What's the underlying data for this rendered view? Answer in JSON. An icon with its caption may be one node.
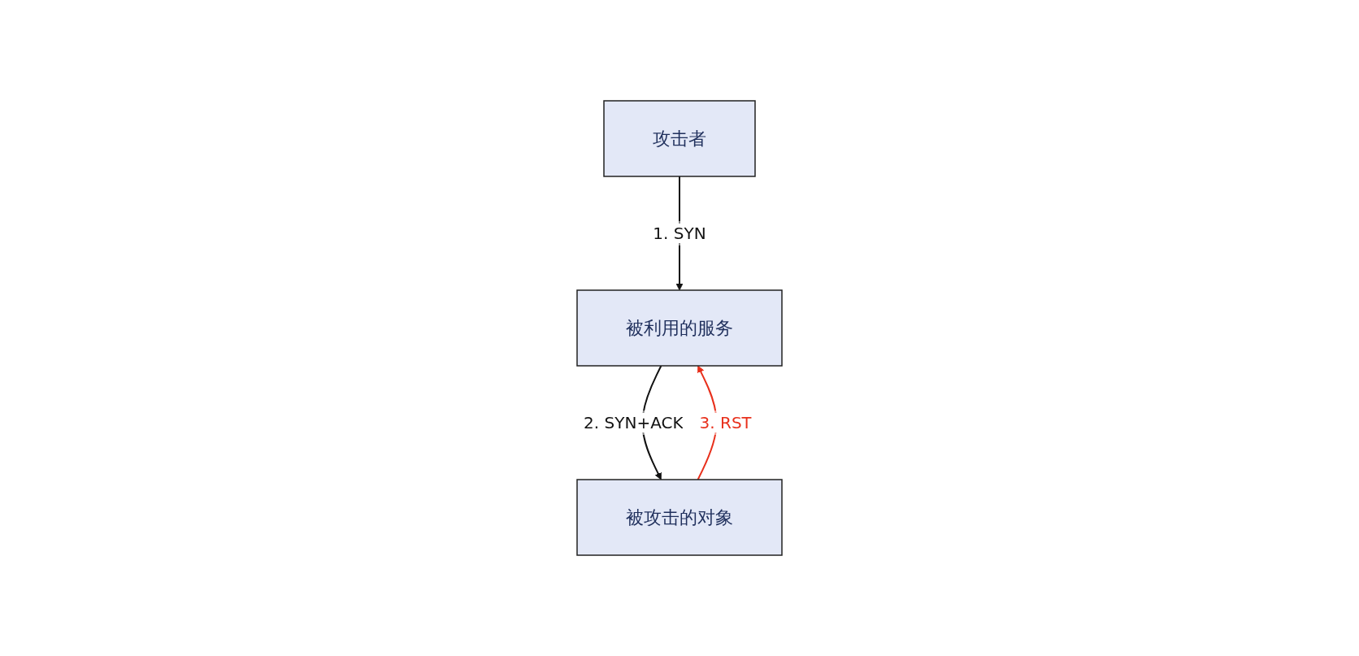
{
  "diagram": {
    "nodes": [
      {
        "text": [
          "被利用的服务"
        ]
      },
      {
        "text": [
          "攻击者"
        ]
      },
      {
        "text": [
          "被攻击的对象"
        ]
      }
    ],
    "edges": [
      {
        "from": 1,
        "to": 0,
        "arrow": "to",
        "label": "1. SYN"
      },
      {
        "from": 0,
        "to": 2,
        "arrow": "to",
        "label": "2. SYN+ACK"
      },
      {
        "from": 2,
        "to": 0,
        "arrow": "to",
        "label": "3. RST",
        "color": "#e8301c"
      }
    ]
  }
}
